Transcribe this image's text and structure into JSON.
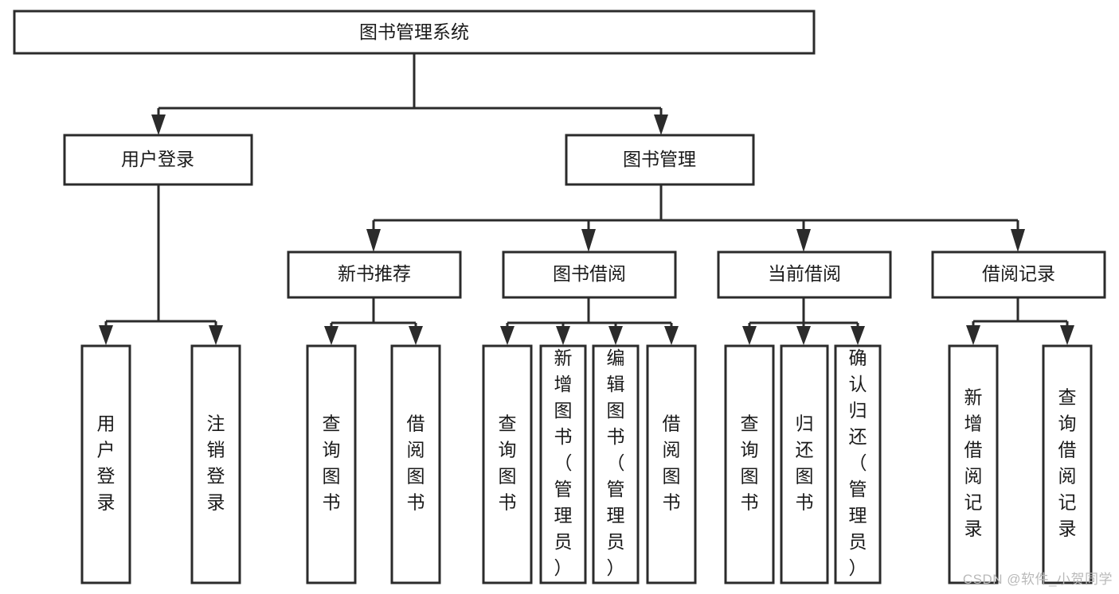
{
  "diagram": {
    "type": "tree",
    "title_node": {
      "label": "图书管理系统"
    },
    "level2": [
      {
        "label": "用户登录"
      },
      {
        "label": "图书管理"
      }
    ],
    "level3": [
      {
        "label": "新书推荐"
      },
      {
        "label": "图书借阅"
      },
      {
        "label": "当前借阅"
      },
      {
        "label": "借阅记录"
      }
    ],
    "leaves": {
      "user_login": [
        {
          "label": "用户登录"
        },
        {
          "label": "注销登录"
        }
      ],
      "new_book_recommend": [
        {
          "label": "查询图书"
        },
        {
          "label": "借阅图书"
        }
      ],
      "book_borrow": [
        {
          "label": "查询图书"
        },
        {
          "label": "新增图书（管理员）"
        },
        {
          "label": "编辑图书（管理员）"
        },
        {
          "label": "借阅图书"
        }
      ],
      "current_borrow": [
        {
          "label": "查询图书"
        },
        {
          "label": "归还图书"
        },
        {
          "label": "确认归还（管理员）"
        }
      ],
      "borrow_record": [
        {
          "label": "新增借阅记录"
        },
        {
          "label": "查询借阅记录"
        }
      ]
    }
  },
  "watermark": {
    "text": "CSDN @软件_小贺同学"
  },
  "colors": {
    "stroke": "#2b2b2b",
    "fill": "#ffffff",
    "text": "#1a1a1a",
    "watermark": "#b9b9b9"
  }
}
